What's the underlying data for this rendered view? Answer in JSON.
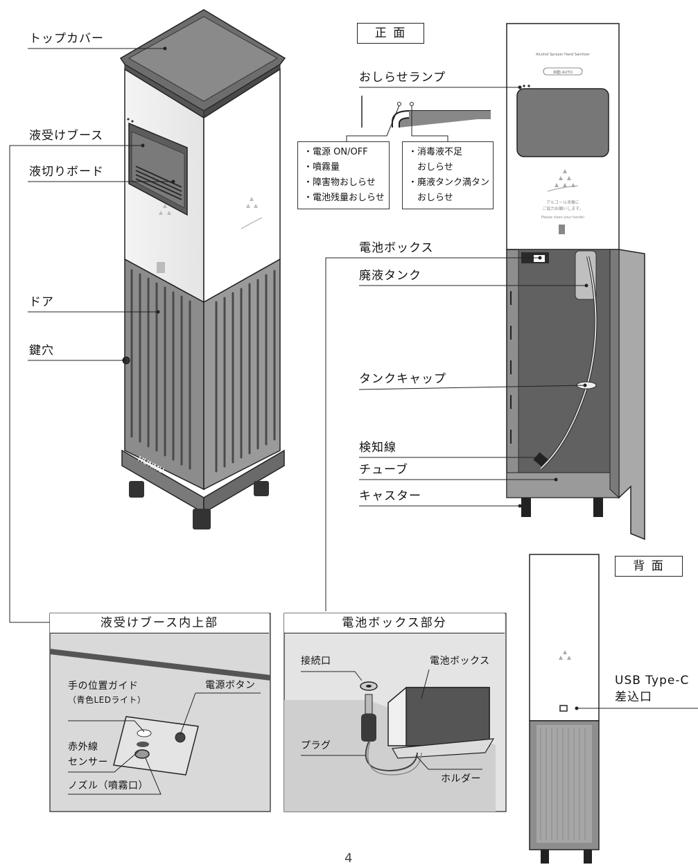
{
  "main_unit_labels": {
    "top_cover": "トップカバー",
    "liquid_booth": "液受けブース",
    "drain_board": "液切りボード",
    "door": "ドア",
    "keyhole": "鍵穴"
  },
  "front_view": {
    "title": "正 面",
    "notice_lamp": "おしらせランプ",
    "left_lamp_items": [
      "・電源 ON/OFF",
      "・噴霧量",
      "・障害物おしらせ",
      "・電池残量おしらせ"
    ],
    "right_lamp_items": [
      "・消毒液不足",
      "　おしらせ",
      "・廃液タンク満タン",
      "　おしらせ"
    ],
    "battery_box": "電池ボックス",
    "waste_tank": "廃液タンク",
    "tank_cap": "タンクキャップ",
    "detection_wire": "検知線",
    "tube": "チューブ",
    "caster": "キャスター",
    "panel_text_top": "Alcohol Sprayer Hand Sanitizer",
    "panel_mode": "自動 AUTO",
    "panel_msg_1": "アルコール消毒に",
    "panel_msg_2": "ご協力お願いします。",
    "panel_msg_3": "Please clean your hands!"
  },
  "back_view": {
    "title": "背 面",
    "usb_label_1": "USB Type-C",
    "usb_label_2": "差込口"
  },
  "inset_booth": {
    "title": "液受けブース内上部",
    "hand_guide_1": "手の位置ガイド",
    "hand_guide_2": "（青色LEDライト）",
    "power_button": "電源ボタン",
    "ir_sensor_1": "赤外線",
    "ir_sensor_2": "センサー",
    "nozzle": "ノズル（噴霧口）"
  },
  "inset_battery": {
    "title": "電池ボックス部分",
    "connector": "接続口",
    "battery_box": "電池ボックス",
    "plug": "プラグ",
    "holder": "ホルダー"
  },
  "brand": "HUNMU",
  "page_number": "4"
}
